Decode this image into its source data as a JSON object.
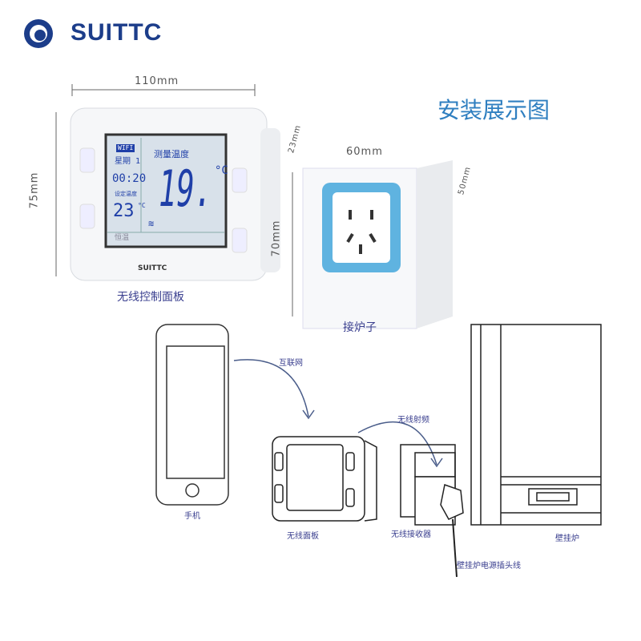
{
  "brand": {
    "name": "SUITTC",
    "color": "#1c3d8a"
  },
  "title": "安装展示图",
  "dimensions": {
    "panel_width": "110mm",
    "panel_height": "75mm",
    "panel_depth": "23mm",
    "receiver_width": "60mm",
    "receiver_height": "70mm",
    "receiver_depth": "50mm"
  },
  "panel": {
    "label": "无线控制面板",
    "brand": "SUITTC",
    "lcd": {
      "wifi": "WIFI",
      "weekday": "星期 1",
      "time": "00:20",
      "set_label": "设定温度",
      "set_temp": "23",
      "set_unit": "°C",
      "measure_label": "测量温度",
      "measured_temp": "19.",
      "unit": "°C",
      "mode": "恒温"
    }
  },
  "receiver": {
    "label": "接炉子",
    "socket_color": "#5fb3e0"
  },
  "diagram": {
    "internet": "互联网",
    "rf": "无线射频",
    "phone": "手机",
    "wireless_panel": "无线面板",
    "wireless_receiver": "无线接收器",
    "boiler": "壁挂炉",
    "power_cord": "壁挂炉电源插头线"
  }
}
